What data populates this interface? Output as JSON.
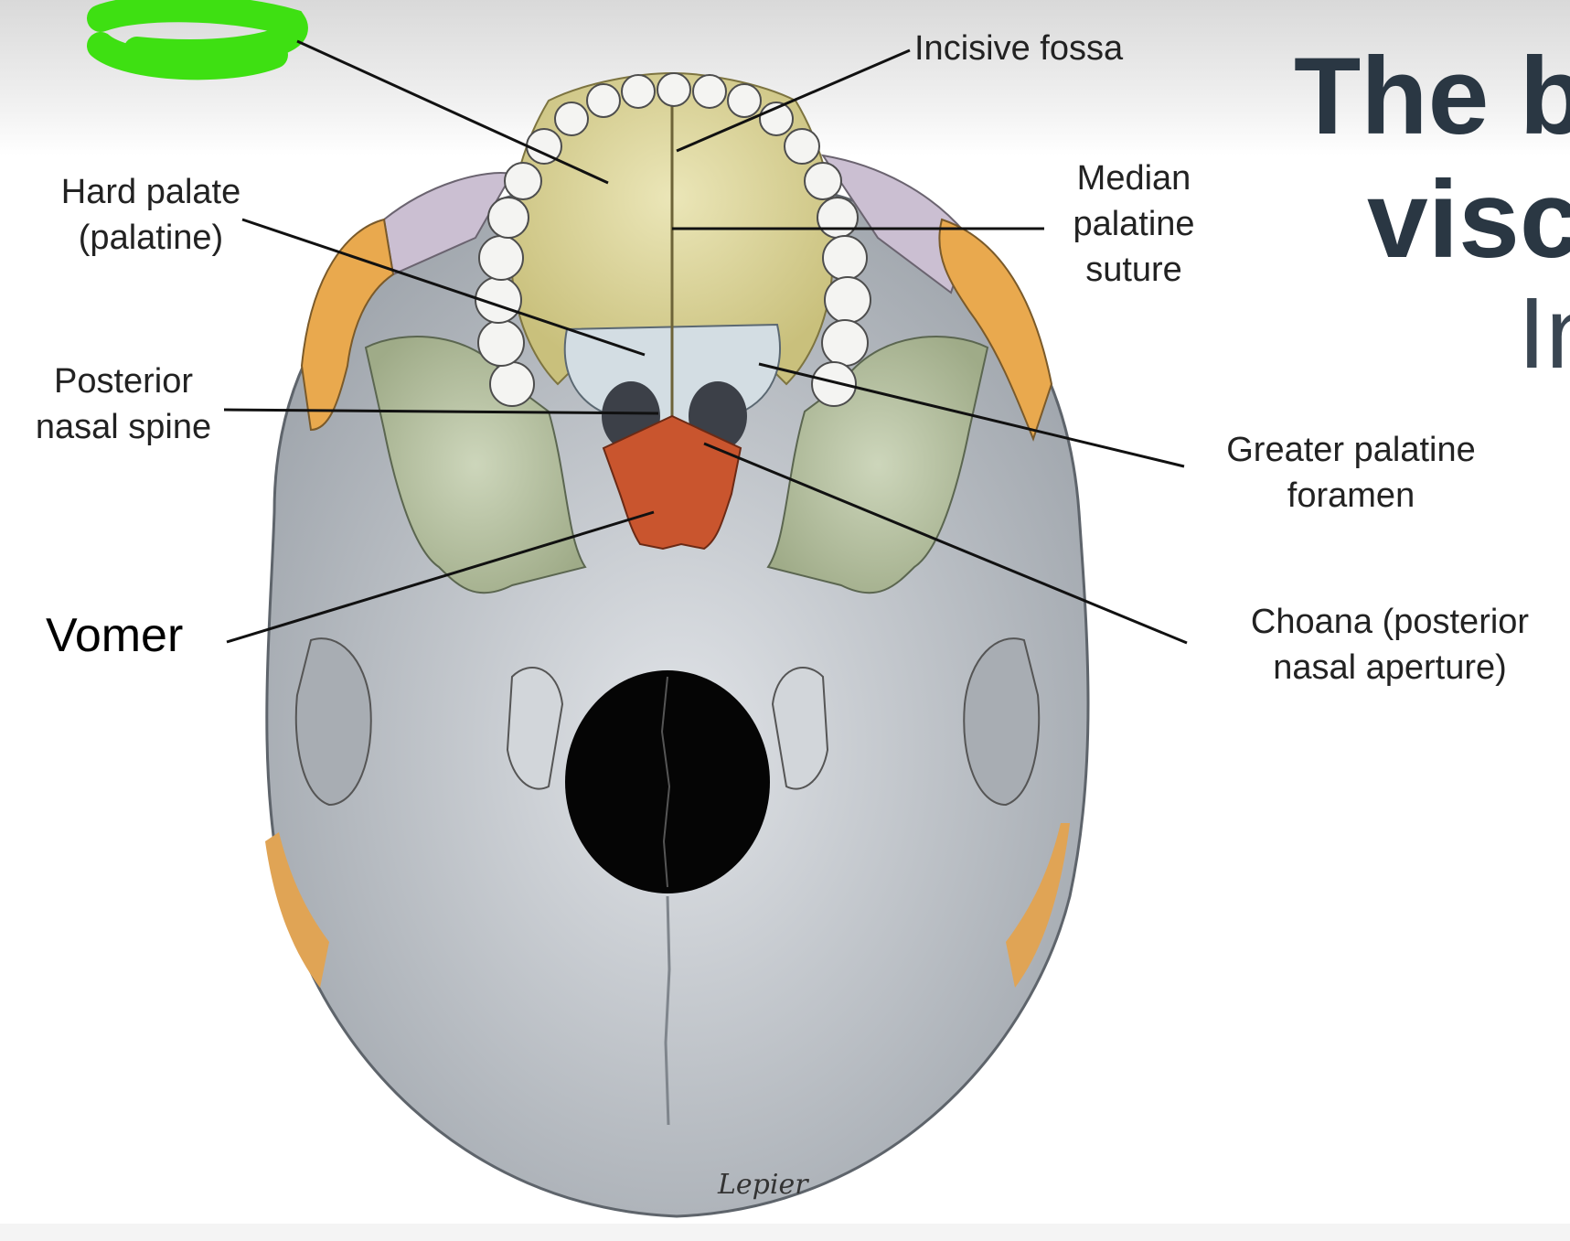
{
  "slide": {
    "title_line1": "The bo",
    "title_line2": "visce",
    "subtitle": "In"
  },
  "labels": {
    "incisive_fossa": "Incisive fossa",
    "median_palatine_suture": "Median\npalatine\nsuture",
    "hard_palate": "Hard palate\n(palatine)",
    "posterior_nasal_spine": "Posterior\nnasal spine",
    "greater_palatine_foramen": "Greater palatine\nforamen",
    "choana": "Choana (posterior\nnasal aperture)",
    "vomer": "Vomer"
  },
  "signature": "Lepier",
  "colors": {
    "maxilla": "#d9d29a",
    "palatine": "#d3dde3",
    "sphenoid": "#b9c4a4",
    "vomer": "#c9552e",
    "temporal": "#e9a94e",
    "parietal": "#cbbfd2",
    "occipital": "#c4c9cf",
    "highlighter": "#3ee012"
  }
}
